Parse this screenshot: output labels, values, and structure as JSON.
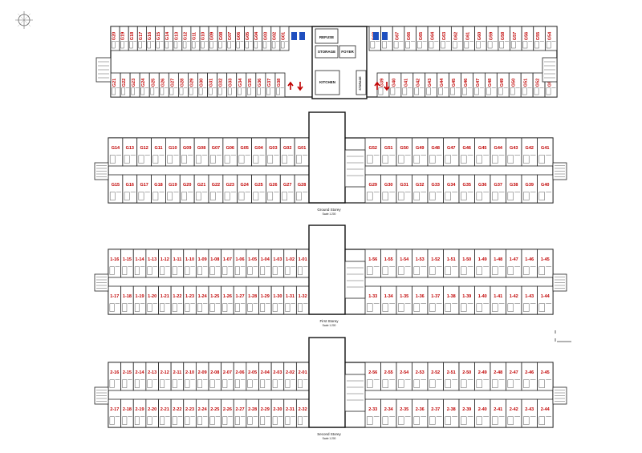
{
  "compass_icon": "north-arrow-icon",
  "roof_plan": {
    "top_left": [
      "G20",
      "G19",
      "G18",
      "G17",
      "G16",
      "G15",
      "G14",
      "G13",
      "G12",
      "G11",
      "G10",
      "G09",
      "G08",
      "G07",
      "G06",
      "G05",
      "G04",
      "G03",
      "G02",
      "G01"
    ],
    "bottom_left": [
      "G21",
      "G22",
      "G23",
      "G24",
      "G25",
      "G26",
      "G27",
      "G28",
      "G29",
      "G30",
      "G31",
      "G32",
      "G33",
      "G34",
      "G35",
      "G36",
      "G37",
      "G38"
    ],
    "top_right": [
      "G69",
      "G68",
      "G67",
      "G66",
      "G65",
      "G64",
      "G63",
      "G62",
      "G61",
      "G60",
      "G59",
      "G58",
      "G57",
      "G56",
      "G55",
      "G54"
    ],
    "bottom_right": [
      "G39",
      "G40",
      "G41",
      "G42",
      "G43",
      "G44",
      "G45",
      "G46",
      "G47",
      "G48",
      "G49",
      "G50",
      "G51",
      "G52",
      "G53"
    ],
    "core_labels": {
      "refuse": "REFUSE",
      "storage": "STORAGE",
      "foyer": "FOYER",
      "kitchen": "KITCHEN",
      "storage2": "STORAGE"
    }
  },
  "ground_storey": {
    "caption": "Ground Storey",
    "scale": "Scale 1:200",
    "top_left": [
      "G14",
      "G13",
      "G12",
      "G11",
      "G10",
      "G09",
      "G08",
      "G07",
      "G06",
      "G05",
      "G04",
      "G03",
      "G02",
      "G01"
    ],
    "bottom_left": [
      "G15",
      "G16",
      "G17",
      "G18",
      "G19",
      "G20",
      "G21",
      "G22",
      "G23",
      "G24",
      "G25",
      "G26",
      "G27",
      "G28"
    ],
    "top_right": [
      "G52",
      "G51",
      "G50",
      "G49",
      "G48",
      "G47",
      "G46",
      "G45",
      "G44",
      "G43",
      "G42",
      "G41"
    ],
    "bottom_right": [
      "G29",
      "G30",
      "G31",
      "G32",
      "G33",
      "G34",
      "G35",
      "G36",
      "G37",
      "G38",
      "G39",
      "G40"
    ]
  },
  "first_storey": {
    "caption": "First Storey",
    "scale": "Scale 1:200",
    "top_left": [
      "1-16",
      "1-15",
      "1-14",
      "1-13",
      "1-12",
      "1-11",
      "1-10",
      "1-09",
      "1-08",
      "1-07",
      "1-06",
      "1-05",
      "1-04",
      "1-03",
      "1-02",
      "1-01"
    ],
    "bottom_left": [
      "1-17",
      "1-18",
      "1-19",
      "1-20",
      "1-21",
      "1-22",
      "1-23",
      "1-24",
      "1-25",
      "1-26",
      "1-27",
      "1-28",
      "1-29",
      "1-30",
      "1-31",
      "1-32"
    ],
    "top_right": [
      "1-56",
      "1-55",
      "1-54",
      "1-53",
      "1-52",
      "1-51",
      "1-50",
      "1-49",
      "1-48",
      "1-47",
      "1-46",
      "1-45"
    ],
    "bottom_right": [
      "1-33",
      "1-34",
      "1-35",
      "1-36",
      "1-37",
      "1-38",
      "1-39",
      "1-40",
      "1-41",
      "1-42",
      "1-43",
      "1-44"
    ]
  },
  "second_storey": {
    "caption": "Second Storey",
    "scale": "Scale 1:200",
    "top_left": [
      "2-16",
      "2-15",
      "2-14",
      "2-13",
      "2-12",
      "2-11",
      "2-10",
      "2-09",
      "2-08",
      "2-07",
      "2-06",
      "2-05",
      "2-04",
      "2-03",
      "2-02",
      "2-01"
    ],
    "bottom_left": [
      "2-17",
      "2-18",
      "2-19",
      "2-20",
      "2-21",
      "2-22",
      "2-23",
      "2-24",
      "2-25",
      "2-26",
      "2-27",
      "2-28",
      "2-29",
      "2-30",
      "2-31",
      "2-32"
    ],
    "top_right": [
      "2-56",
      "2-55",
      "2-54",
      "2-53",
      "2-52",
      "2-51",
      "2-50",
      "2-49",
      "2-48",
      "2-47",
      "2-46",
      "2-45"
    ],
    "bottom_right": [
      "2-33",
      "2-34",
      "2-35",
      "2-36",
      "2-37",
      "2-38",
      "2-39",
      "2-40",
      "2-41",
      "2-42",
      "2-43",
      "2-44"
    ]
  },
  "colors": {
    "room_label": "#c00000",
    "wall": "#111111",
    "accessible": "#1f4fbf"
  }
}
